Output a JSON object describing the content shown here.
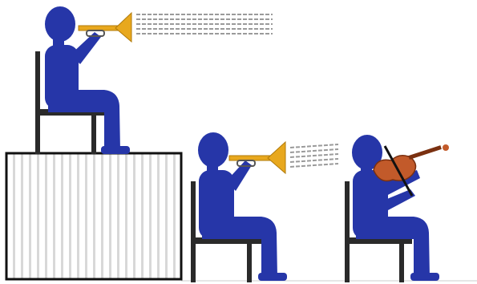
{
  "figures": [
    {
      "role": "trumpet-player",
      "position": "on-riser",
      "instrument_icon": "trumpet-icon",
      "sound_icon": "sound-waves-icon"
    },
    {
      "role": "trumpet-player",
      "position": "floor",
      "instrument_icon": "trumpet-icon",
      "sound_icon": "sound-waves-icon"
    },
    {
      "role": "violinist",
      "position": "floor",
      "instrument_icon": "violin-icon"
    }
  ],
  "colors": {
    "figure": "#2636a8",
    "chair": "#2a2a2a",
    "trumpet": "#e8a81e",
    "trumpet_edge": "#b07a0a",
    "violin": "#c25a2a",
    "violin_dark": "#7a3010",
    "riser_stripe": "#d8d8d8",
    "riser_outline": "#111111",
    "sound_waves": "#9a9a9a",
    "background": "#ffffff"
  }
}
